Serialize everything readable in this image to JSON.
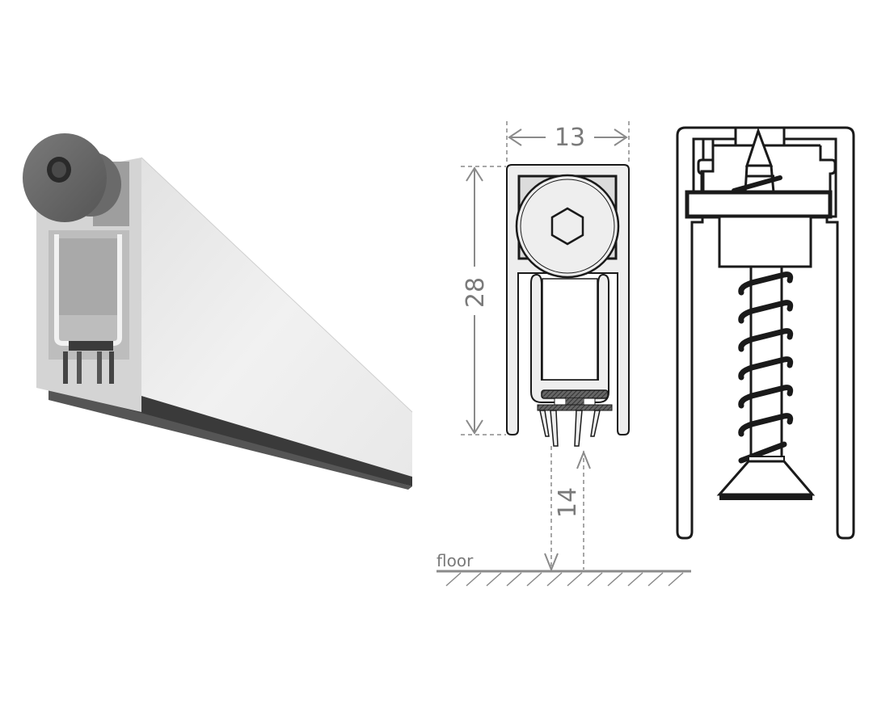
{
  "figure": {
    "subject": "automatic door bottom seal",
    "panels": [
      {
        "id": "photo",
        "label": "3D product render",
        "description": "aluminium profile with grey end cap, seal strip below"
      },
      {
        "id": "section",
        "label": "cross-section with dimensions"
      },
      {
        "id": "detail",
        "label": "mounting screw detail"
      }
    ]
  },
  "dimensions": {
    "width": "13",
    "height": "28",
    "drop": "14"
  },
  "labels": {
    "floor": "floor"
  },
  "colors": {
    "line": "#1a1a1a",
    "dimension": "#8a8a8a",
    "profile_fill": "#eeeeee",
    "seal_fill": "#555555",
    "cap_fill": "#6b6b6b",
    "aluminium": "#e6e6e6"
  }
}
